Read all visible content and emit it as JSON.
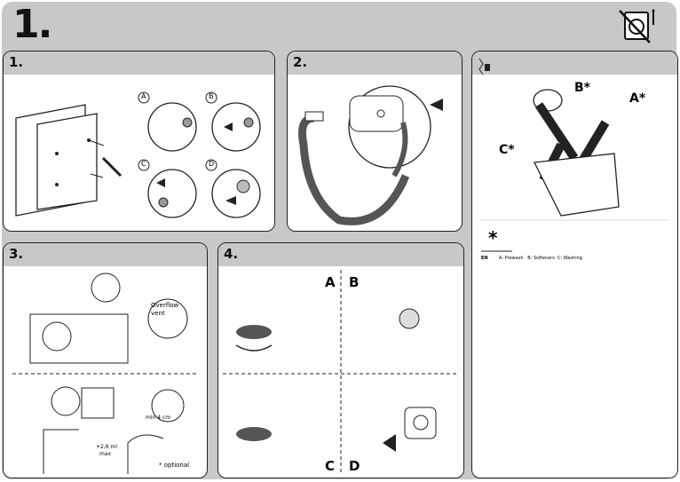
{
  "step_number": "1.",
  "panels": {
    "p1": {
      "label": "1.",
      "circle_labels": [
        "A",
        "B",
        "C",
        "D"
      ]
    },
    "p2": {
      "label": "2."
    },
    "p3": {
      "label": "3.",
      "overflow_text": "Overflow vent",
      "min_text": "min 4 cm",
      "max_text_1": "+2,6 m!",
      "max_text_2": "max",
      "optional_text": "optional"
    },
    "p4": {
      "label": "4.",
      "letters": [
        "A",
        "B",
        "C",
        "D"
      ]
    },
    "p5": {
      "callouts": [
        "B*",
        "A*",
        "C*"
      ],
      "asterisk": "*",
      "lang": "EN",
      "legend": "A: Prewash   B: Softeners  C: Washing"
    }
  },
  "colors": {
    "bg": "#c8c8c8",
    "panel": "#ffffff",
    "line": "#222222",
    "hose": "#555555"
  }
}
